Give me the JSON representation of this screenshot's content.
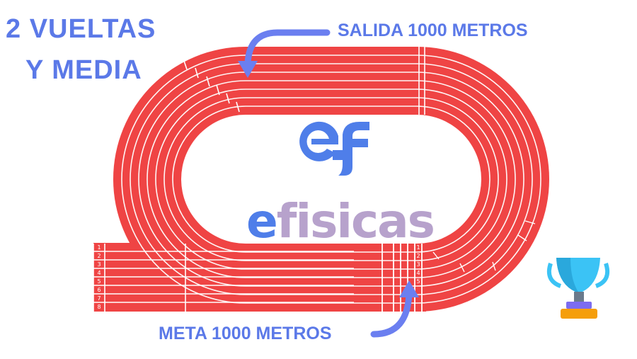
{
  "heading": {
    "line1": "2 VUELTAS",
    "line2": "Y MEDIA"
  },
  "start": {
    "label": "SALIDA 1000 METROS"
  },
  "finish": {
    "label": "META 1000 METROS"
  },
  "brand": {
    "first_letter": "e",
    "rest": "fisicas",
    "monogram": "ef"
  },
  "lane_numbers": [
    "1",
    "2",
    "3",
    "4",
    "5",
    "6",
    "7",
    "8"
  ],
  "icons": [
    "arrow-icon",
    "trophy-icon",
    "logo-icon"
  ],
  "colors": {
    "track": "#ef4444",
    "lane_line": "#ffffff",
    "accent_blue": "#5b79e8",
    "brand_blue": "#4f7ee9",
    "brand_lilac": "#b7a2cc",
    "trophy_cup": "#3bc3f5",
    "trophy_base": "#f59e0b"
  }
}
